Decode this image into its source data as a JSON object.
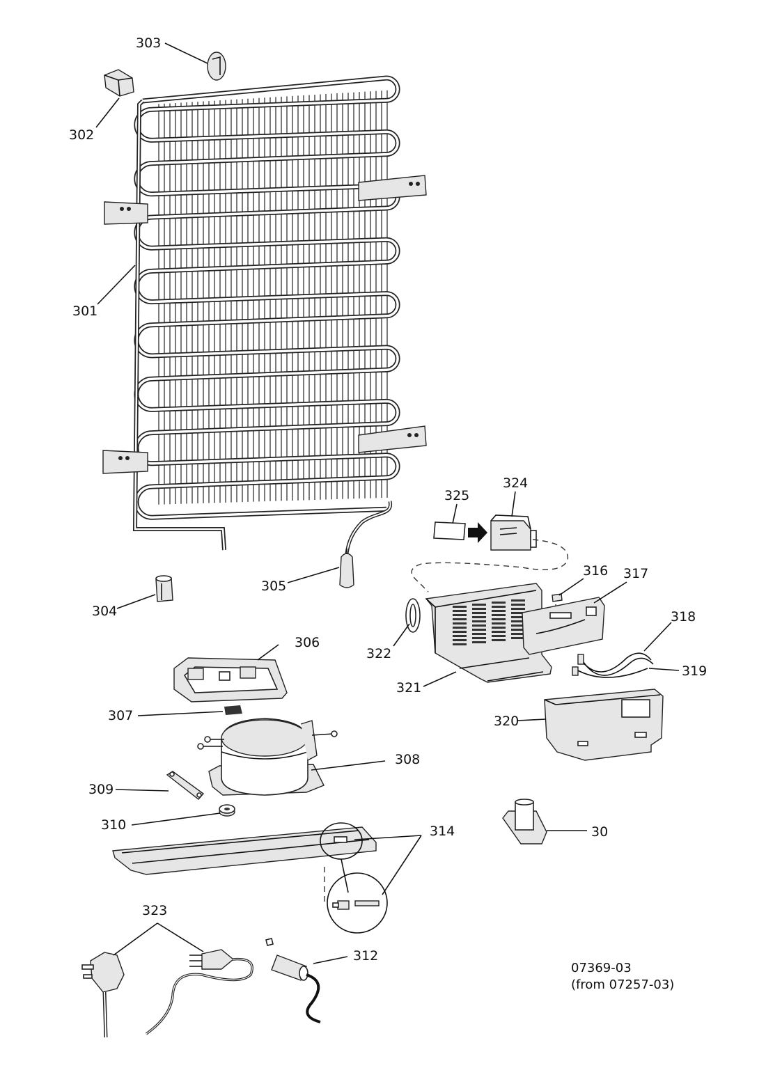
{
  "labels": {
    "p301": "301",
    "p302": "302",
    "p303": "303",
    "p304": "304",
    "p305": "305",
    "p306": "306",
    "p307": "307",
    "p308": "308",
    "p309": "309",
    "p310": "310",
    "p312": "312",
    "p314": "314",
    "p316": "316",
    "p317": "317",
    "p318": "318",
    "p319": "319",
    "p320": "320",
    "p321": "321",
    "p322": "322",
    "p323": "323",
    "p324": "324",
    "p325": "325",
    "p30": "30"
  },
  "reference": {
    "line1": "07369-03",
    "line2": "(from 07257-03)"
  },
  "colors": {
    "line": "#111111",
    "fill": "#e6e6e6",
    "background": "#ffffff"
  }
}
